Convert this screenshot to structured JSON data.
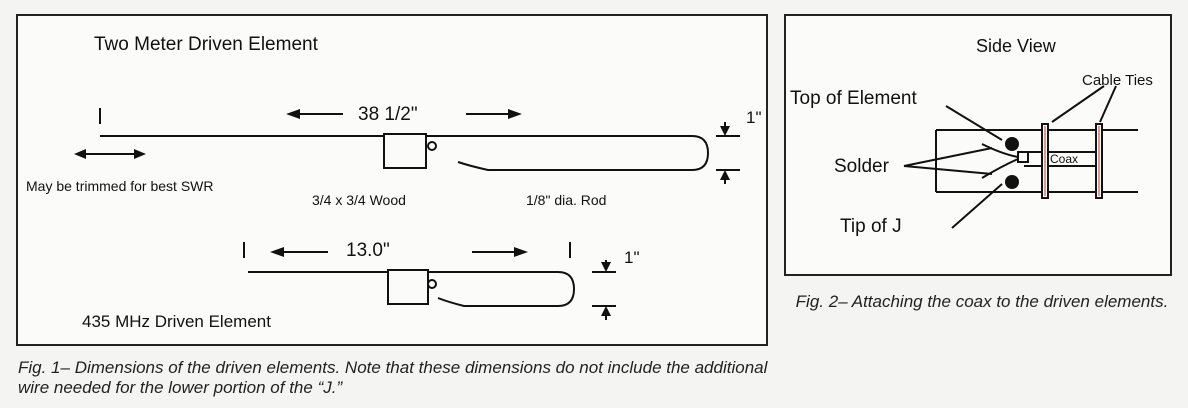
{
  "fig1": {
    "title_2m": "Two Meter Driven Element",
    "len_2m": "38 1/2\"",
    "gap_2m": "1\"",
    "trim_note": "May be trimmed for best SWR",
    "wood": "3/4 x 3/4 Wood",
    "rod": "1/8\" dia. Rod",
    "len_435": "13.0\"",
    "gap_435": "1\"",
    "title_435": "435 MHz Driven Element",
    "caption": "Fig. 1– Dimensions of the driven elements. Note that these dimensions do not include the additional wire needed for the lower portion of the “J.”"
  },
  "fig2": {
    "title": "Side View",
    "cable_ties": "Cable Ties",
    "top_of_element": "Top of Element",
    "solder": "Solder",
    "coax": "Coax",
    "tip_of_j": "Tip of J",
    "caption": "Fig. 2– Attaching the coax to the driven elements."
  },
  "colors": {
    "ink": "#111111",
    "cable_tie_accent": "#c0392b"
  }
}
